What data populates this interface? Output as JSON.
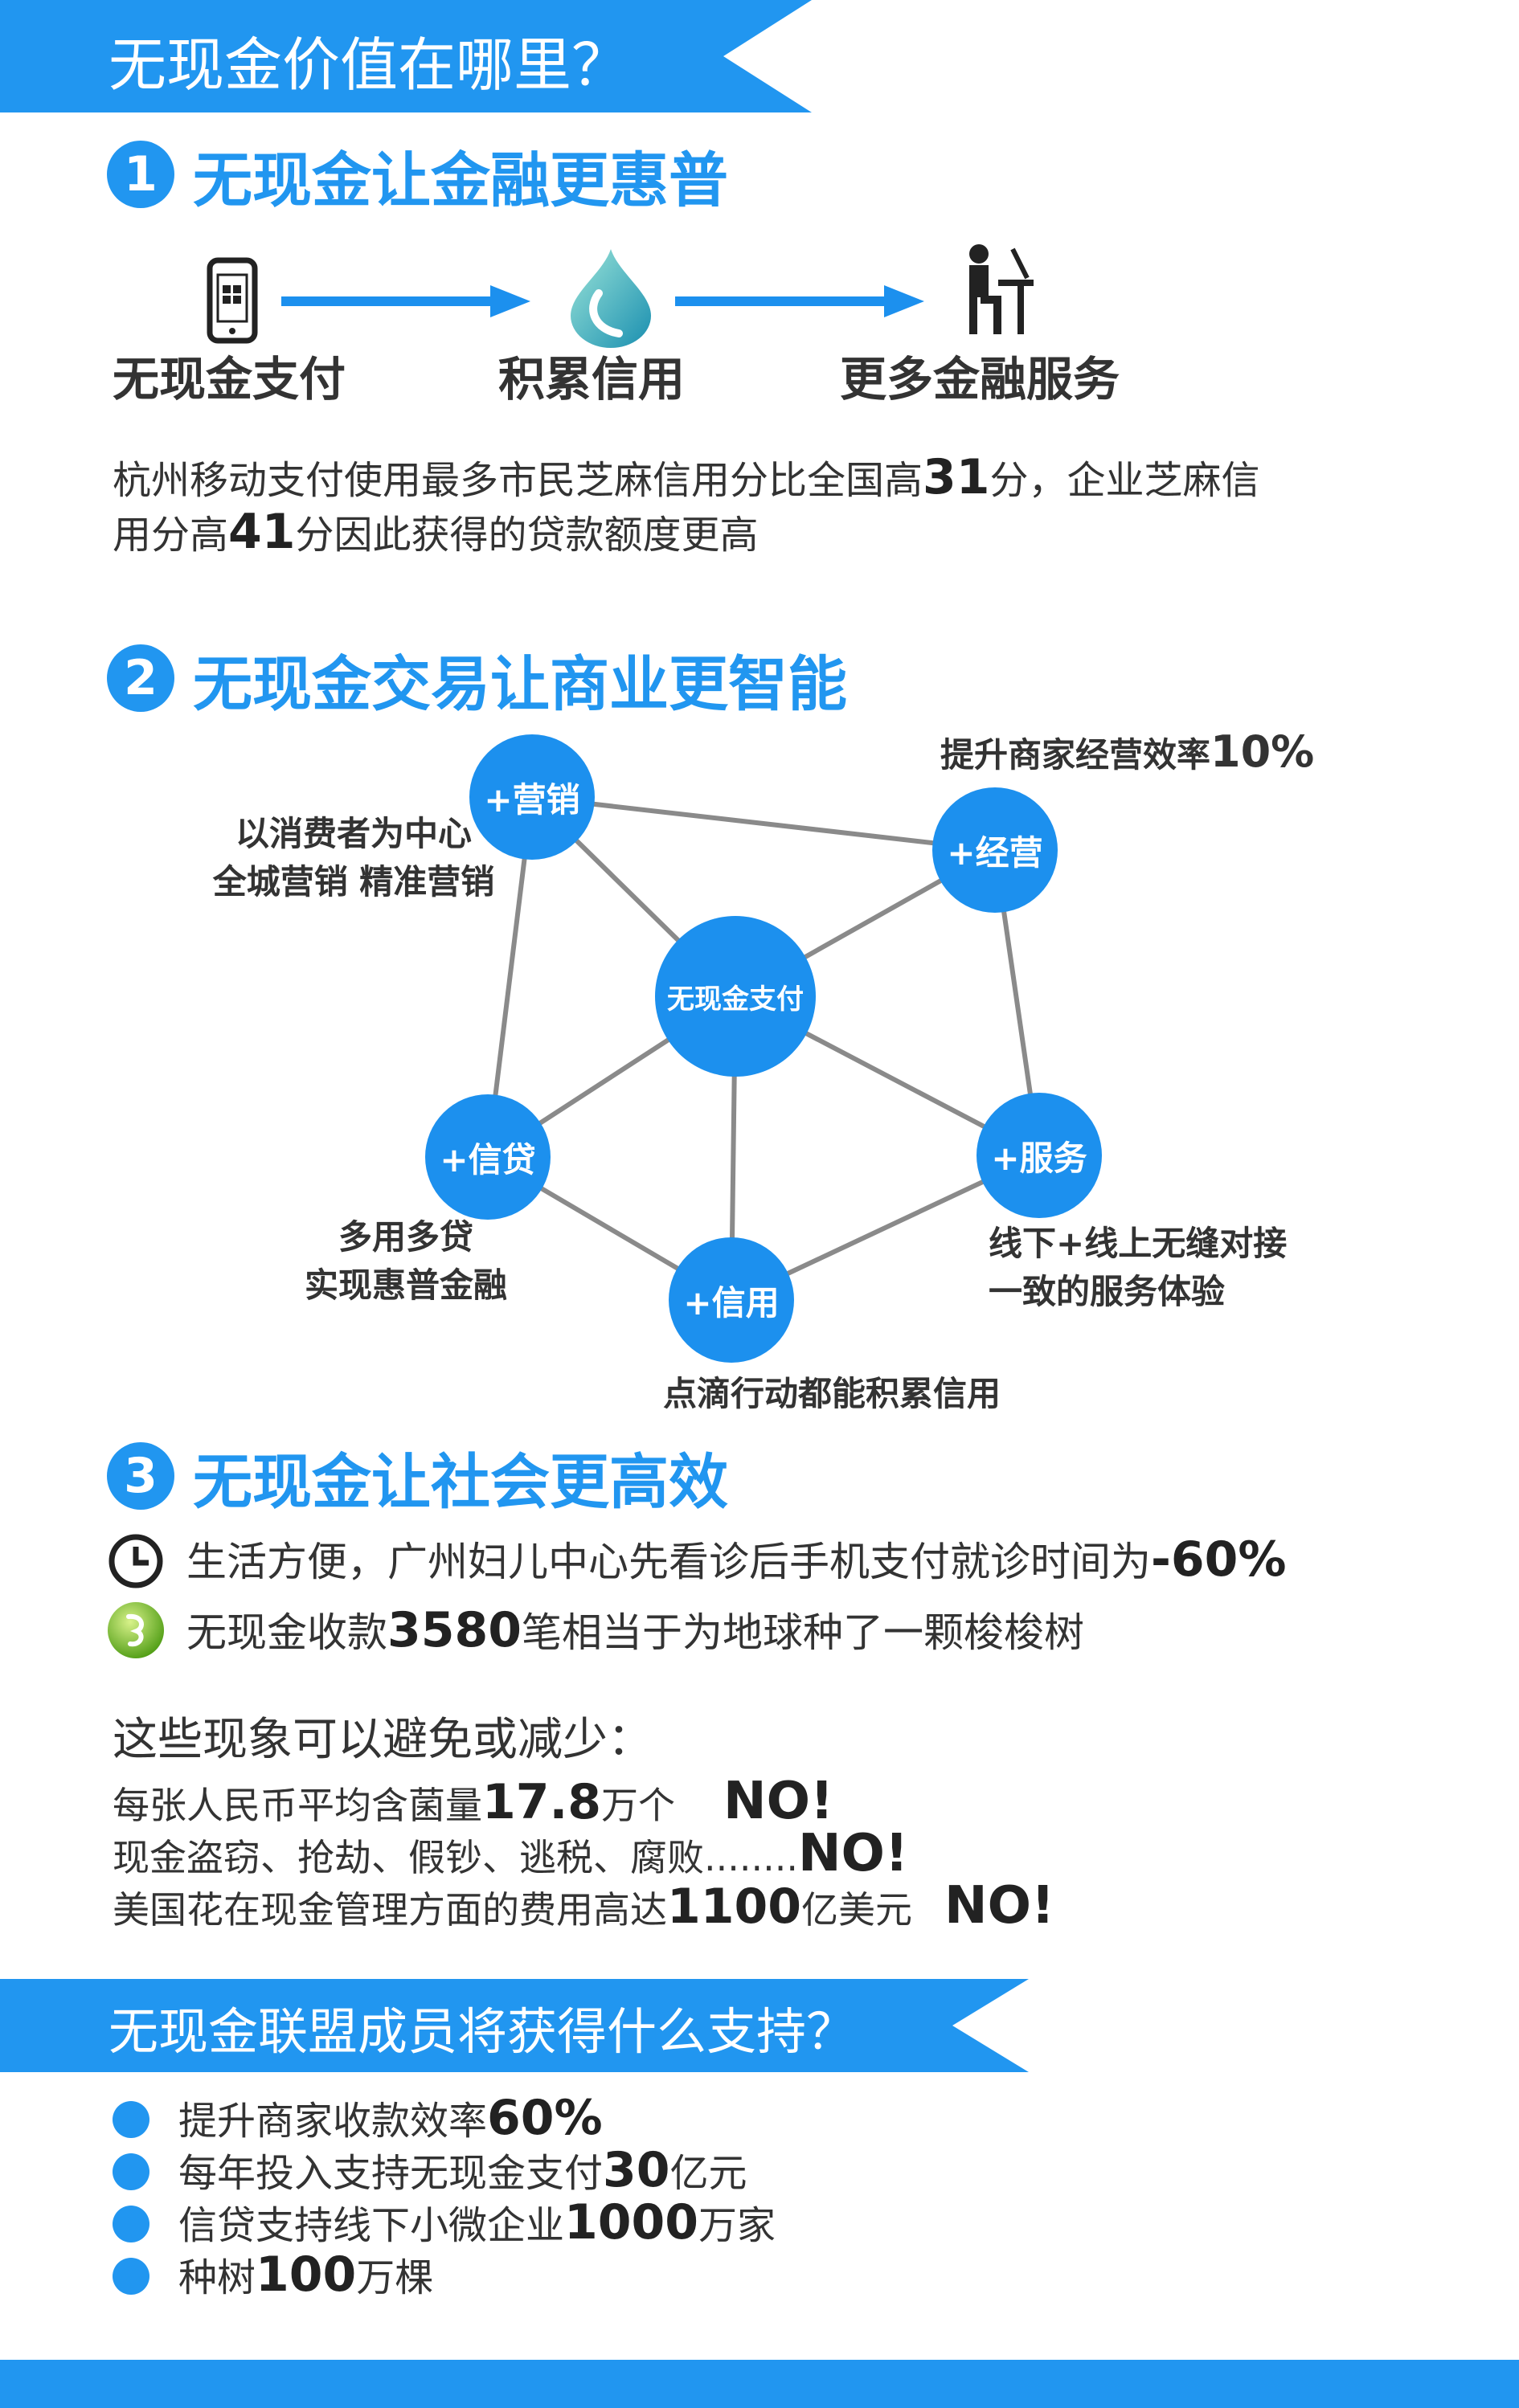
{
  "colors": {
    "accent": "#2196f0",
    "node": "#1c90ee",
    "line": "#8a8a8a",
    "text": "#333333"
  },
  "banner1": {
    "title": "无现金价值在哪里？"
  },
  "section1": {
    "num": "1",
    "title": "无现金让金融更惠普",
    "flow": [
      {
        "label": "无现金支付",
        "icon": "phone-icon"
      },
      {
        "label": "积累信用",
        "icon": "drop-icon"
      },
      {
        "label": "更多金融服务",
        "icon": "person-desk-icon"
      }
    ],
    "para_line1_a": "杭州移动支付使用最多市民芝麻信用分比全国高",
    "para_line1_num": "31",
    "para_line1_b": "分，企业芝麻信",
    "para_line2_a": "用分高",
    "para_line2_num": "41",
    "para_line2_b": "分因此获得的贷款额度更高"
  },
  "section2": {
    "num": "2",
    "title": "无现金交易让商业更智能",
    "center": "无现金支付",
    "nodes": {
      "marketing": "+营销",
      "operation": "+经营",
      "loan": "+信贷",
      "service": "+服务",
      "credit": "+信用"
    },
    "notes": {
      "marketing_1": "以消费者为中心",
      "marketing_2": "全城营销 精准营销",
      "operation_a": "提升商家经营效率",
      "operation_num": "10%",
      "loan_1": "多用多贷",
      "loan_2": "实现惠普金融",
      "service_1": "线下+线上无缝对接",
      "service_2": "一致的服务体验",
      "credit_1": "点滴行动都能积累信用"
    }
  },
  "section3": {
    "num": "3",
    "title": "无现金让社会更高效",
    "line1_a": "生活方便，广州妇儿中心先看诊后手机支付就诊时间为",
    "line1_num": "-60%",
    "line2_a": "无现金收款",
    "line2_num": "3580",
    "line2_b": "笔相当于为地球种了一颗梭梭树",
    "avoid_title": "这些现象可以避免或减少：",
    "avoid1_a": "每张人民币平均含菌量",
    "avoid1_num": "17.8",
    "avoid1_b": "万个",
    "avoid1_no": "NO!",
    "avoid2_a": "现金盗窃、抢劫、假钞、逃税、腐败........",
    "avoid2_no": "NO!",
    "avoid3_a": "美国花在现金管理方面的费用高达",
    "avoid3_num": "1100",
    "avoid3_b": "亿美元",
    "avoid3_no": "NO!"
  },
  "banner2": {
    "title": "无现金联盟成员将获得什么支持？"
  },
  "support": [
    {
      "a": "提升商家收款效率",
      "num": "60%",
      "b": ""
    },
    {
      "a": "每年投入支持无现金支付",
      "num": "30",
      "b": "亿元"
    },
    {
      "a": "信贷支持线下小微企业",
      "num": "1000",
      "b": "万家"
    },
    {
      "a": "种树",
      "num": "100",
      "b": "万棵"
    }
  ]
}
